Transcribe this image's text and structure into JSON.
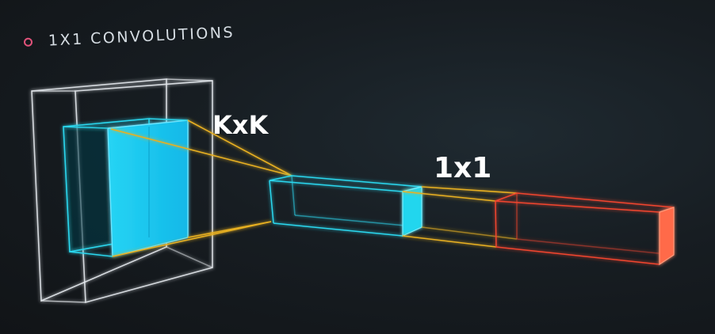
{
  "header": {
    "title": "1X1 CONVOLUTIONS",
    "bullet_color": "#e0527a"
  },
  "labels": {
    "kernel": "KxK",
    "pointwise": "1x1"
  },
  "colors": {
    "frame": "#e6eaee",
    "cyan": "#2bd7ee",
    "cyan_fill": "#1ec8ee",
    "yellow": "#e8b020",
    "red": "#f2452e",
    "red_fill": "#ff6a4a"
  }
}
